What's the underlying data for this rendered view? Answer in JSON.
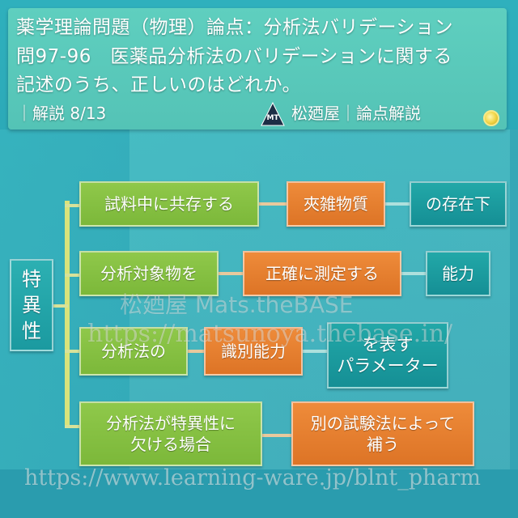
{
  "header": {
    "line1": "薬学理論問題（物理）論点：分析法バリデーション",
    "line2": "問97-96　医薬品分析法のバリデーションに関する",
    "line3": "記述のうち、正しいのはどれか。",
    "section": "｜解説 8/13",
    "brand": "松廼屋｜論点解説",
    "logo_text": "MT"
  },
  "diagram": {
    "root": "特\n異\n性",
    "rows": [
      {
        "a": "試料中に共存する",
        "b": "夾雑物質",
        "c": "の存在下"
      },
      {
        "a": "分析対象物を",
        "b": "正確に測定する",
        "c": "能力"
      },
      {
        "a": "分析法の",
        "b": "識別能力",
        "c": "を表す\nパラメーター"
      },
      {
        "a": "分析法が特異性に\n欠ける場合",
        "b": "別の試験法によって\n補う"
      }
    ]
  },
  "watermarks": {
    "brand": "松廼屋 Mats.theBASE",
    "url1": "https://matsunoya.thebase.in/",
    "url2": "https://www.learning-ware.jp/blnt_pharm"
  },
  "colors": {
    "green": "#8fc84a",
    "orange": "#ee8b3a",
    "teal": "#22a8a8",
    "header": "#5fcfbf"
  }
}
